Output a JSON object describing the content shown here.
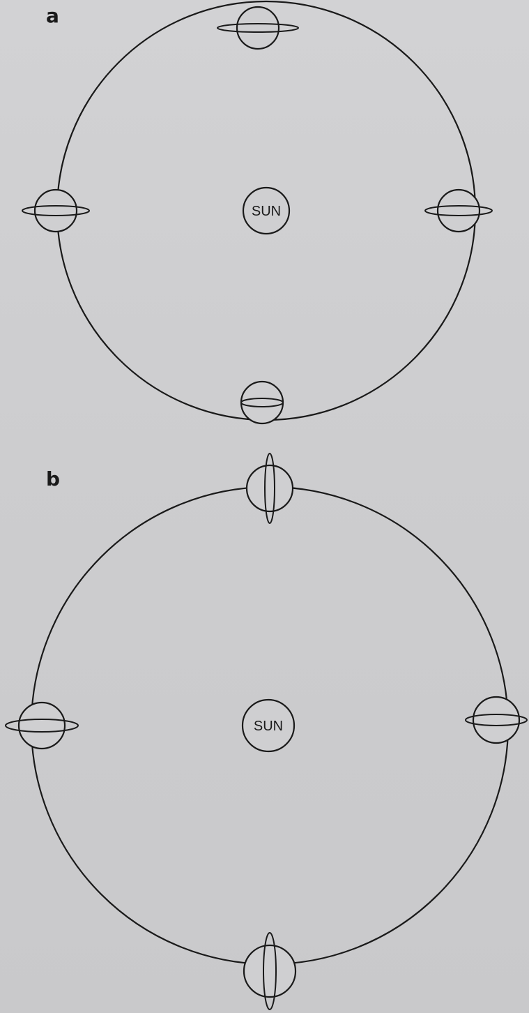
{
  "panels": [
    {
      "label": "a",
      "sun_label": "SUN"
    },
    {
      "label": "b",
      "sun_label": "SUN"
    }
  ],
  "colors": {
    "paper": "#cfcfd1",
    "ink": "#1a1a1a"
  }
}
